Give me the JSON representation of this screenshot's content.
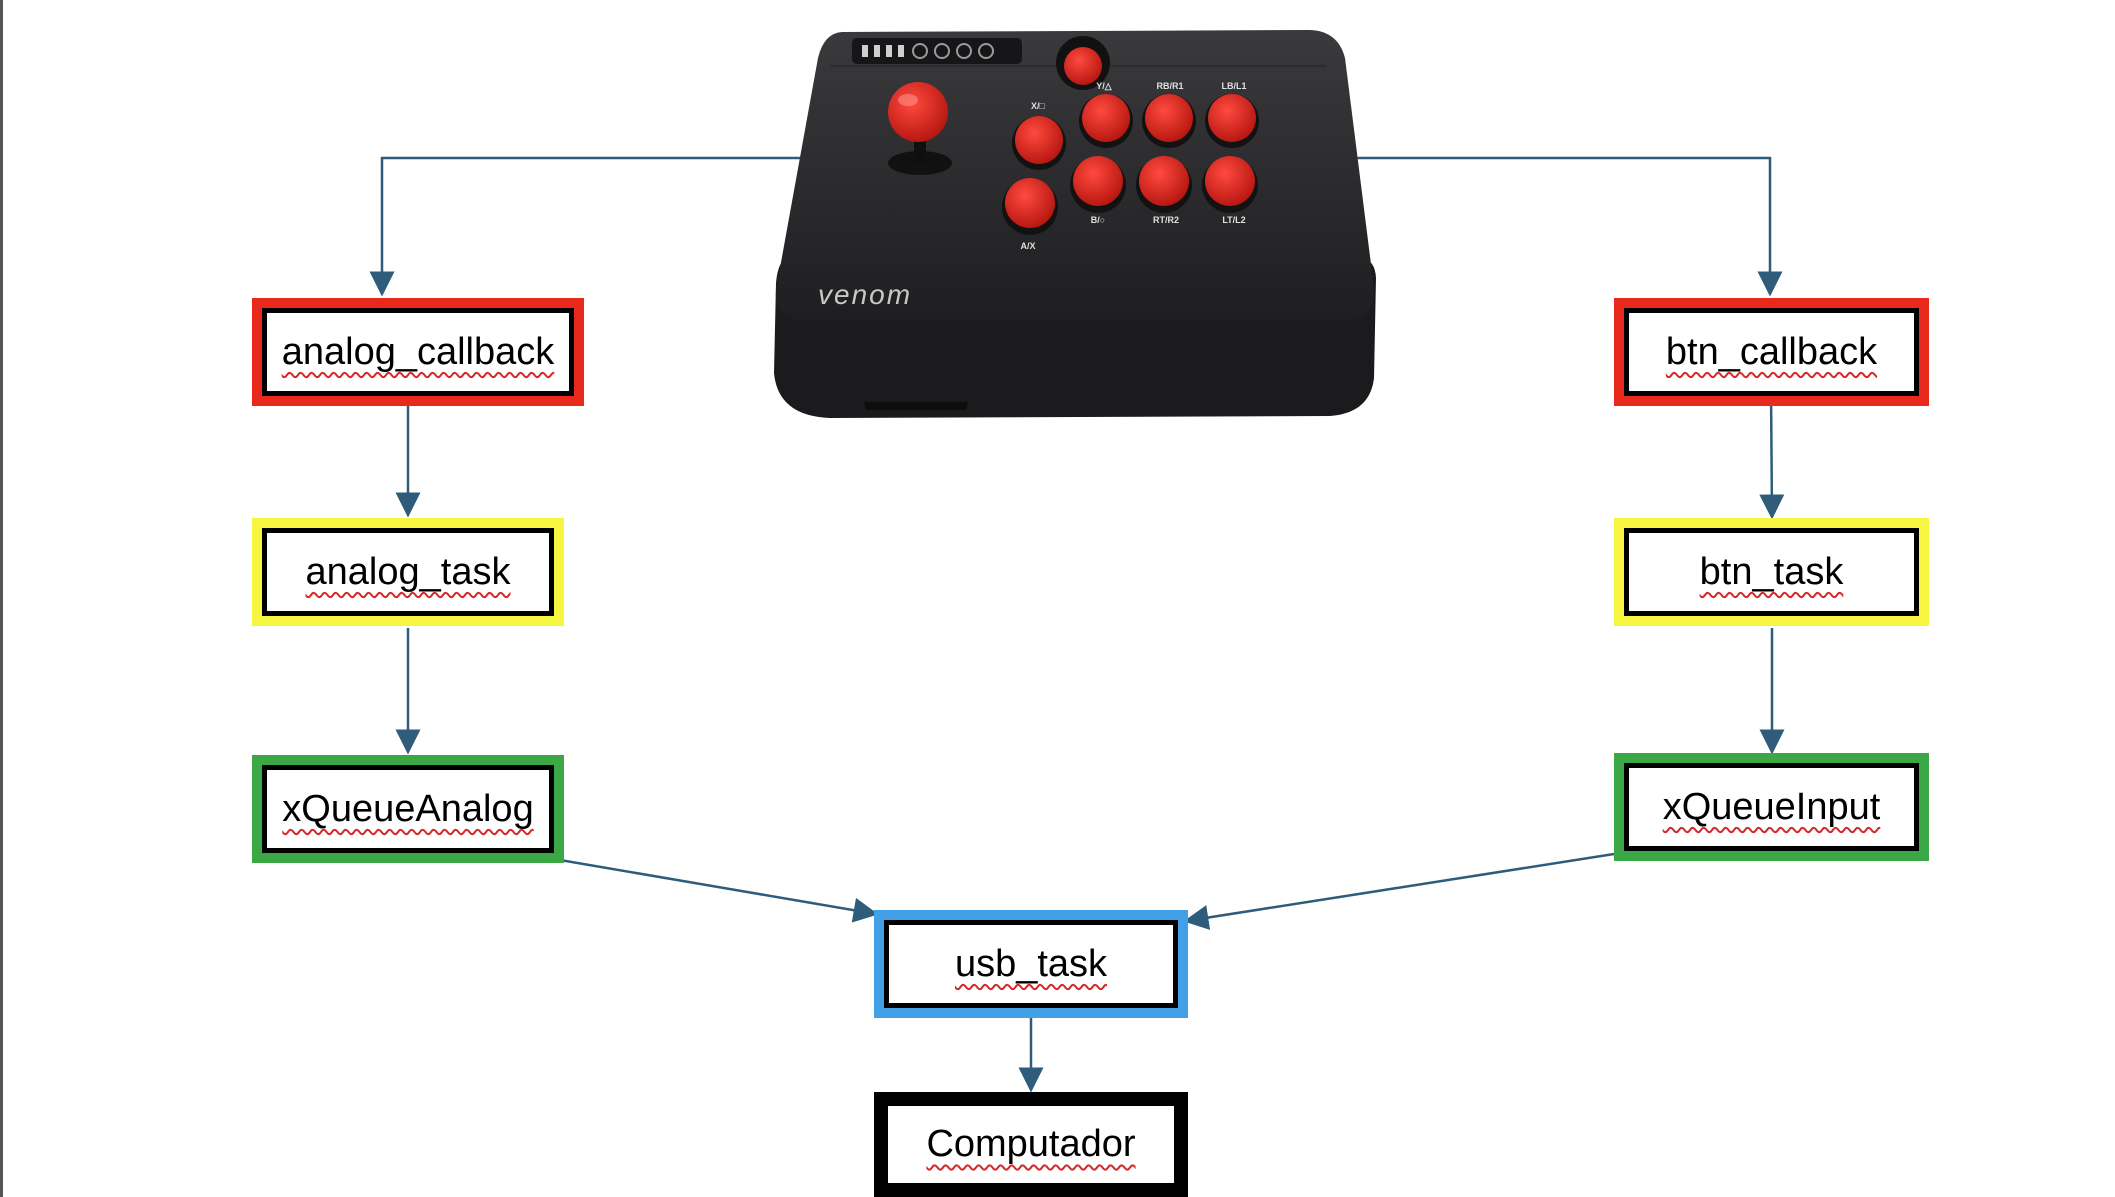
{
  "nodes": {
    "analog_callback": "analog_callback",
    "btn_callback": "btn_callback",
    "analog_task": "analog_task",
    "btn_task": "btn_task",
    "xQueueAnalog": "xQueueAnalog",
    "xQueueInput": "xQueueInput",
    "usb_task": "usb_task",
    "computador": "Computador"
  },
  "colors": {
    "callback_border": "#e8291c",
    "task_border": "#f5f542",
    "queue_border": "#3aa845",
    "usb_border": "#42a1e6",
    "computer_border": "#000000",
    "arrow": "#2e5c7a"
  },
  "controller": {
    "brand": "venom",
    "buttons": {
      "x_square": "X/□",
      "y_triangle": "Y/△",
      "rb_r1": "RB/R1",
      "lb_l1": "LB/L1",
      "a_x": "A/X",
      "b_circle": "B/○",
      "rt_r2": "RT/R2",
      "lt_l2": "LT/L2"
    }
  }
}
